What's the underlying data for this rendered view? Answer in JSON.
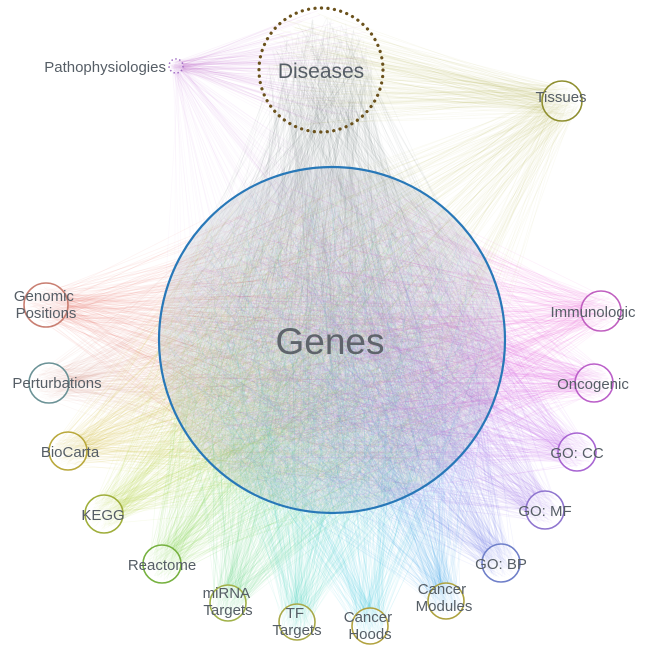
{
  "chart_data": {
    "type": "network",
    "description": "Edge-bundled network linking gene set collections to a central Genes node",
    "nodes": [
      {
        "id": "genes",
        "label_lines": [
          "Genes"
        ],
        "color": "#2878b8"
      },
      {
        "id": "diseases",
        "label_lines": [
          "Diseases"
        ],
        "color": "#6b521c"
      },
      {
        "id": "pathophysiologies",
        "label_lines": [
          "Pathophysiologies"
        ],
        "color": "#a06cc4"
      },
      {
        "id": "tissues",
        "label_lines": [
          "Tissues"
        ],
        "color": "#8f8f2f"
      },
      {
        "id": "genomic_positions",
        "label_lines": [
          "Genomic",
          "Positions"
        ],
        "color": "#c97f72"
      },
      {
        "id": "perturbations",
        "label_lines": [
          "Perturbations"
        ],
        "color": "#6b9296"
      },
      {
        "id": "biocarta",
        "label_lines": [
          "BioCarta"
        ],
        "color": "#b9a83b"
      },
      {
        "id": "kegg",
        "label_lines": [
          "KEGG"
        ],
        "color": "#9fae3a"
      },
      {
        "id": "reactome",
        "label_lines": [
          "Reactome"
        ],
        "color": "#76b13f"
      },
      {
        "id": "mirna_targets",
        "label_lines": [
          "miRNA",
          "Targets"
        ],
        "color": "#a0b148"
      },
      {
        "id": "tf_targets",
        "label_lines": [
          "TF",
          "Targets"
        ],
        "color": "#a8a948"
      },
      {
        "id": "cancer_hoods",
        "label_lines": [
          "Cancer",
          "Hoods"
        ],
        "color": "#b1a23f"
      },
      {
        "id": "cancer_modules",
        "label_lines": [
          "Cancer",
          "Modules"
        ],
        "color": "#ada23e"
      },
      {
        "id": "go_bp",
        "label_lines": [
          "GO: BP"
        ],
        "color": "#6f7fc9"
      },
      {
        "id": "go_mf",
        "label_lines": [
          "GO: MF"
        ],
        "color": "#8f75cf"
      },
      {
        "id": "go_cc",
        "label_lines": [
          "GO: CC"
        ],
        "color": "#a865d2"
      },
      {
        "id": "oncogenic",
        "label_lines": [
          "Oncogenic"
        ],
        "color": "#bb5fc9"
      },
      {
        "id": "immunologic",
        "label_lines": [
          "Immunologic"
        ],
        "color": "#c05fc0"
      }
    ],
    "edges": [
      {
        "source": "pathophysiologies",
        "target": "diseases",
        "color": "#cd7fd6",
        "count": 110,
        "opacity": 0.09
      },
      {
        "source": "pathophysiologies",
        "target": "genes",
        "color": "#cd7fd6",
        "count": 80,
        "opacity": 0.05
      },
      {
        "source": "tissues",
        "target": "diseases",
        "color": "#a8a437",
        "count": 130,
        "opacity": 0.07
      },
      {
        "source": "tissues",
        "target": "genes",
        "color": "#a8a437",
        "count": 150,
        "opacity": 0.06
      },
      {
        "source": "diseases",
        "target": "genes",
        "color": "#51605c",
        "count": 460,
        "opacity": 0.055
      },
      {
        "source": "genomic_positions",
        "target": "genes",
        "color": "#f08273",
        "count": 180,
        "opacity": 0.1
      },
      {
        "source": "perturbations",
        "target": "genes",
        "color": "#d39488",
        "count": 180,
        "opacity": 0.08
      },
      {
        "source": "biocarta",
        "target": "genes",
        "color": "#d6c74d",
        "count": 180,
        "opacity": 0.1
      },
      {
        "source": "kegg",
        "target": "genes",
        "color": "#b8d44e",
        "count": 180,
        "opacity": 0.1
      },
      {
        "source": "reactome",
        "target": "genes",
        "color": "#8ed95b",
        "count": 180,
        "opacity": 0.1
      },
      {
        "source": "mirna_targets",
        "target": "genes",
        "color": "#67da85",
        "count": 180,
        "opacity": 0.1
      },
      {
        "source": "tf_targets",
        "target": "genes",
        "color": "#55dbc0",
        "count": 180,
        "opacity": 0.1
      },
      {
        "source": "cancer_hoods",
        "target": "genes",
        "color": "#4fd2e6",
        "count": 180,
        "opacity": 0.1
      },
      {
        "source": "cancer_modules",
        "target": "genes",
        "color": "#59b5ef",
        "count": 180,
        "opacity": 0.1
      },
      {
        "source": "go_bp",
        "target": "genes",
        "color": "#7e8eef",
        "count": 180,
        "opacity": 0.1
      },
      {
        "source": "go_mf",
        "target": "genes",
        "color": "#a47ff0",
        "count": 180,
        "opacity": 0.1
      },
      {
        "source": "go_cc",
        "target": "genes",
        "color": "#c66ef0",
        "count": 180,
        "opacity": 0.1
      },
      {
        "source": "oncogenic",
        "target": "genes",
        "color": "#e263e2",
        "count": 180,
        "opacity": 0.1
      },
      {
        "source": "immunologic",
        "target": "genes",
        "color": "#ef61d3",
        "count": 180,
        "opacity": 0.1
      },
      {
        "source": "genes",
        "target": "genes",
        "color": "#64748a",
        "count": 300,
        "opacity": 0.05
      }
    ],
    "colors": {
      "background": "#ffffff",
      "label_color": "#565e66",
      "genes_label_color": "#5f646b"
    }
  }
}
